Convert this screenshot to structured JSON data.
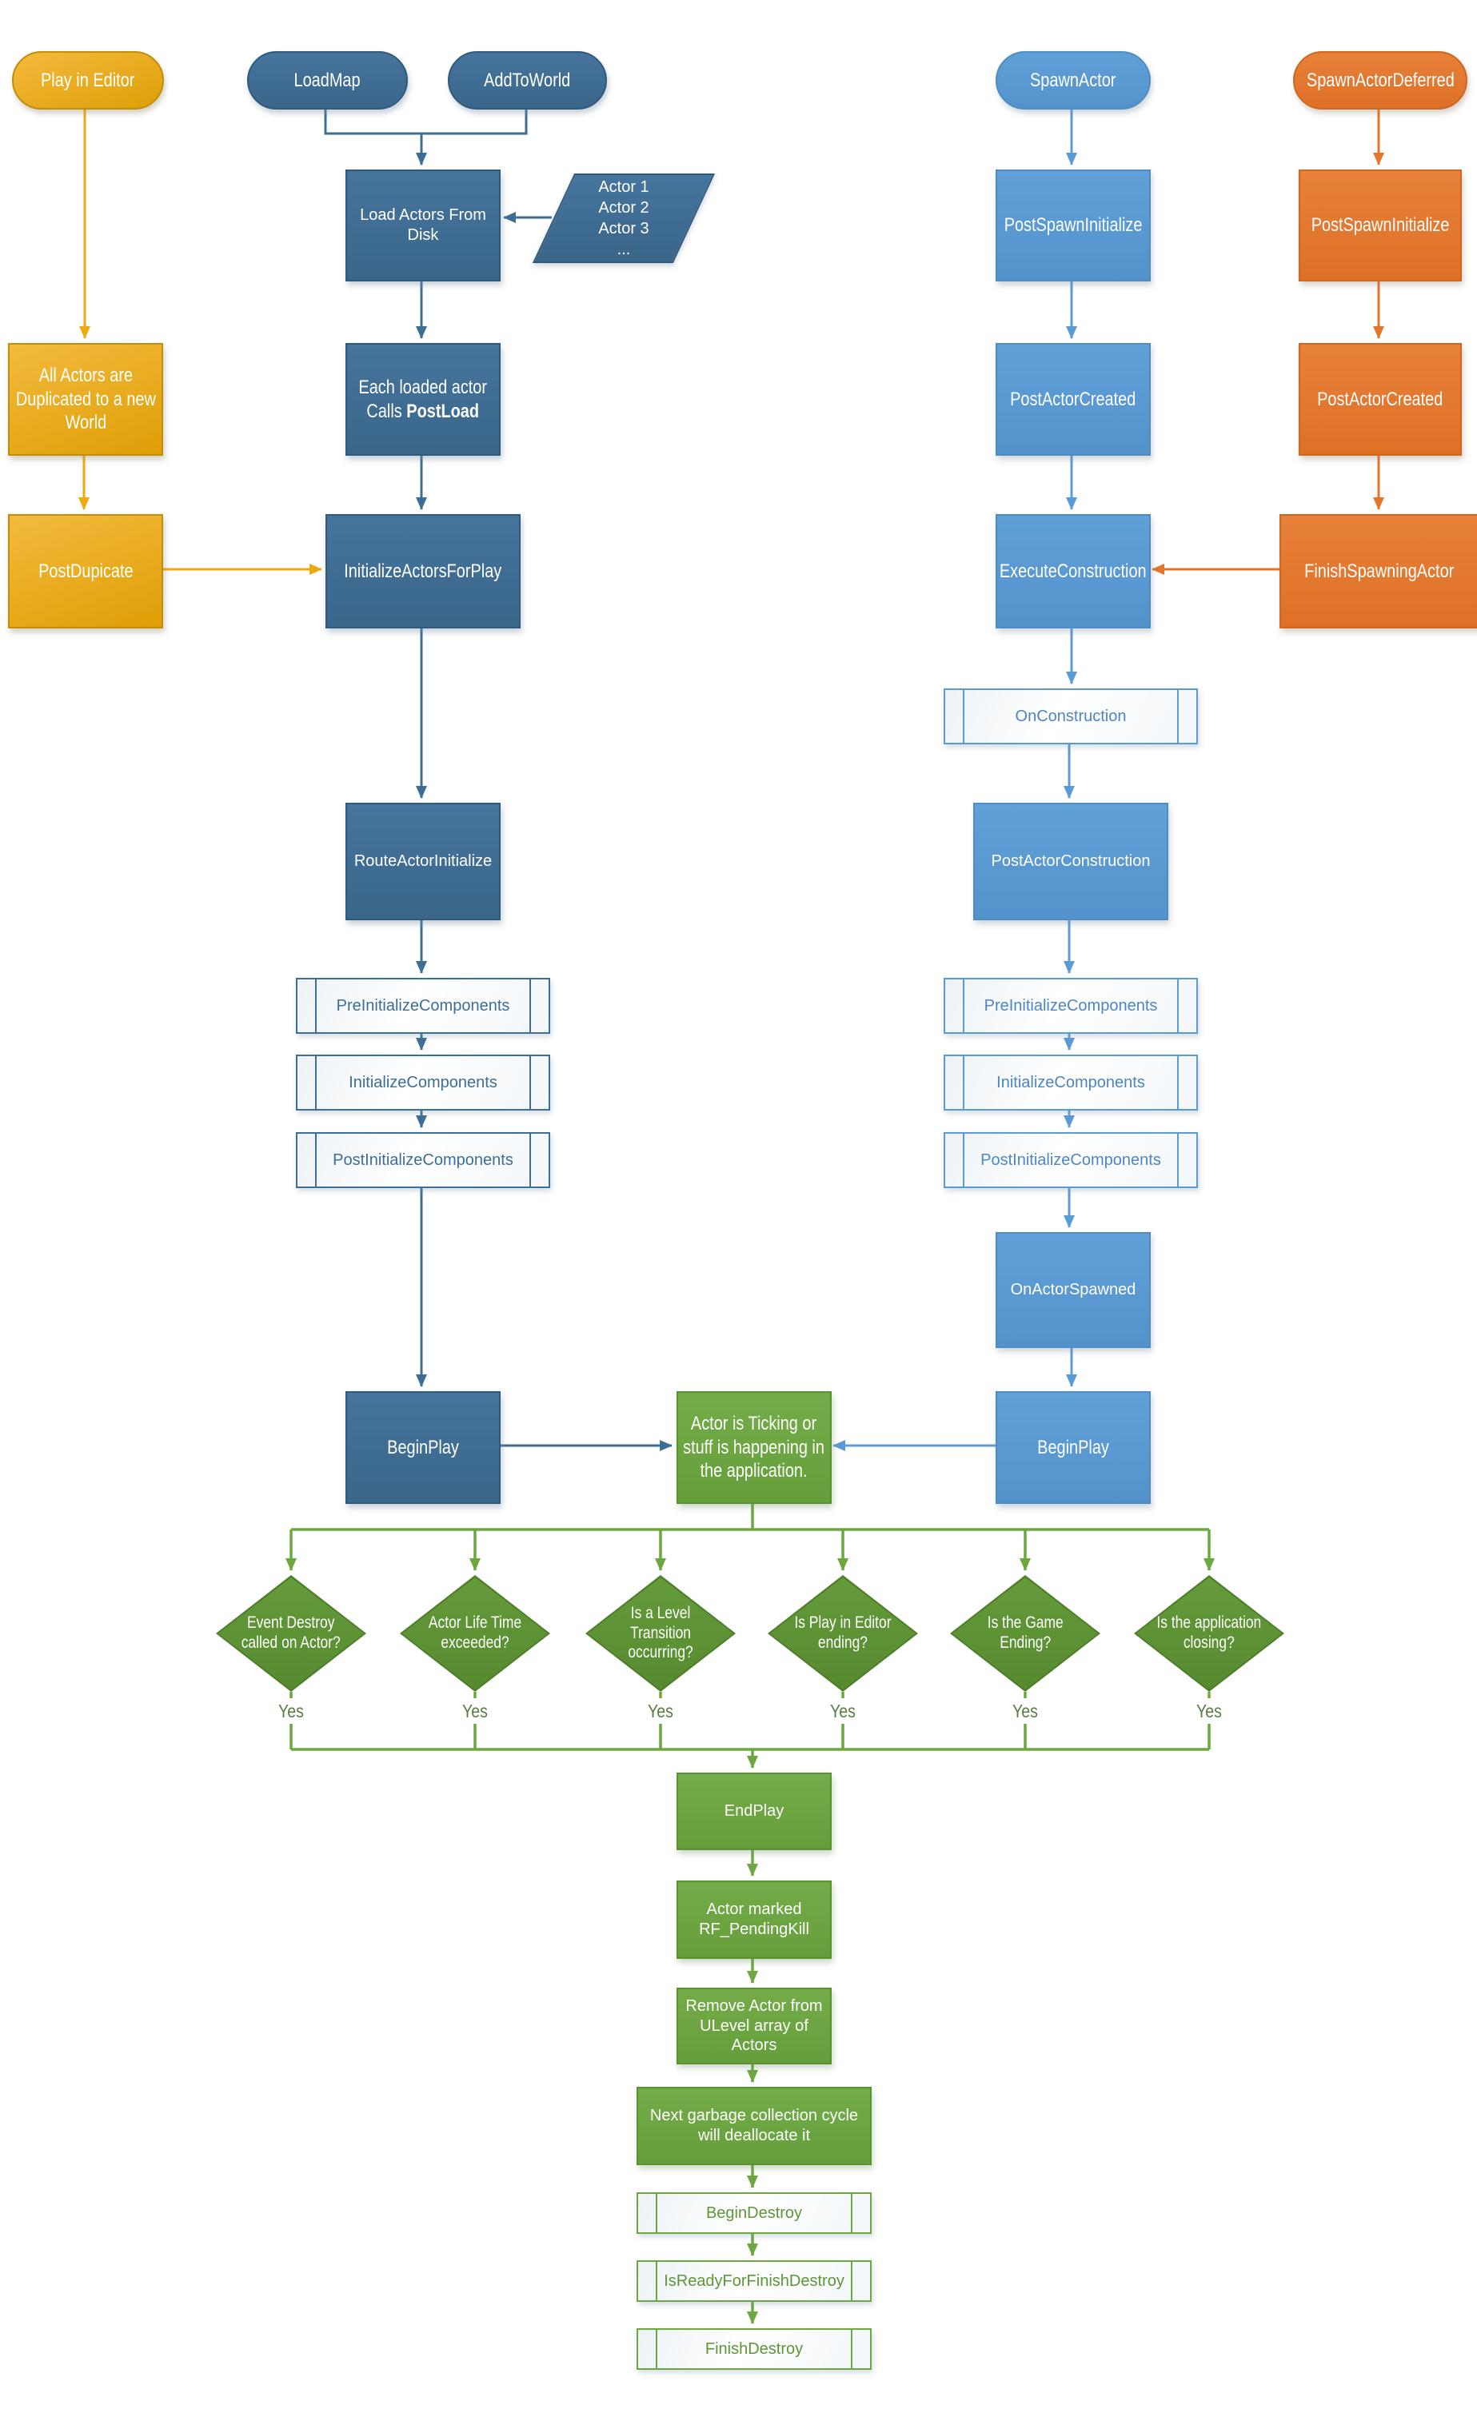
{
  "nodes": {
    "play_in_editor": "Play in Editor",
    "loadmap": "LoadMap",
    "addtoworld": "AddToWorld",
    "spawnactor": "SpawnActor",
    "spawnactordeferred": "SpawnActorDeferred",
    "load_actors_from_disk": {
      "lines": [
        "Load Actors From",
        "Disk"
      ]
    },
    "actor_list": {
      "lines": [
        "Actor 1",
        "Actor 2",
        "Actor 3",
        "..."
      ]
    },
    "all_actors_duplicated": {
      "lines": [
        "All Actors are",
        "Duplicated to a new",
        "World"
      ]
    },
    "each_loaded_actor": {
      "line1": "Each loaded actor",
      "line2_prefix": "Calls",
      "line2_bold": "PostLoad"
    },
    "postdupicate": "PostDupicate",
    "initializeactorsforplay": "InitializeActorsForPlay",
    "postspawninitialize": "PostSpawnInitialize",
    "postactorcreated": "PostActorCreated",
    "executeconstruction": "ExecuteConstruction",
    "finishspawningactor": "FinishSpawningActor",
    "onconstruction": "OnConstruction",
    "postactorconstruction": "PostActorConstruction",
    "routeactorinitialize": "RouteActorInitialize",
    "preinitializecomponents": "PreInitializeComponents",
    "initializecomponents": "InitializeComponents",
    "postinitializecomponents": "PostInitializeComponents",
    "onactorspawned": "OnActorSpawned",
    "beginplay": "BeginPlay",
    "actor_ticking": {
      "lines": [
        "Actor is Ticking or",
        "stuff is happening in",
        "the application."
      ]
    },
    "endplay": "EndPlay",
    "actor_marked": {
      "lines": [
        "Actor marked",
        "RF_PendingKill"
      ]
    },
    "remove_actor": {
      "lines": [
        "Remove Actor from",
        "ULevel array of",
        "Actors"
      ]
    },
    "next_garbage": {
      "lines": [
        "Next garbage collection cycle",
        "will deallocate it"
      ]
    },
    "begindestroy": "BeginDestroy",
    "isreadyforfinishdestroy": "IsReadyForFinishDestroy",
    "finishdestroy": "FinishDestroy"
  },
  "decisions": [
    {
      "lines": [
        "Event Destroy",
        "called on Actor?"
      ]
    },
    {
      "lines": [
        "Actor Life Time",
        "exceeded?"
      ]
    },
    {
      "lines": [
        "Is a Level",
        "Transition",
        "occurring?"
      ]
    },
    {
      "lines": [
        "Is Play in Editor",
        "ending?"
      ]
    },
    {
      "lines": [
        "Is the Game",
        "Ending?"
      ]
    },
    {
      "lines": [
        "Is the application",
        "closing?"
      ]
    }
  ],
  "labels": {
    "yes": "Yes"
  },
  "colors": {
    "yellow": "#E3A512",
    "dark_blue": "#3D6E96",
    "medium_blue": "#5B9BD5",
    "orange": "#E2762C",
    "green": "#6CA83F"
  }
}
